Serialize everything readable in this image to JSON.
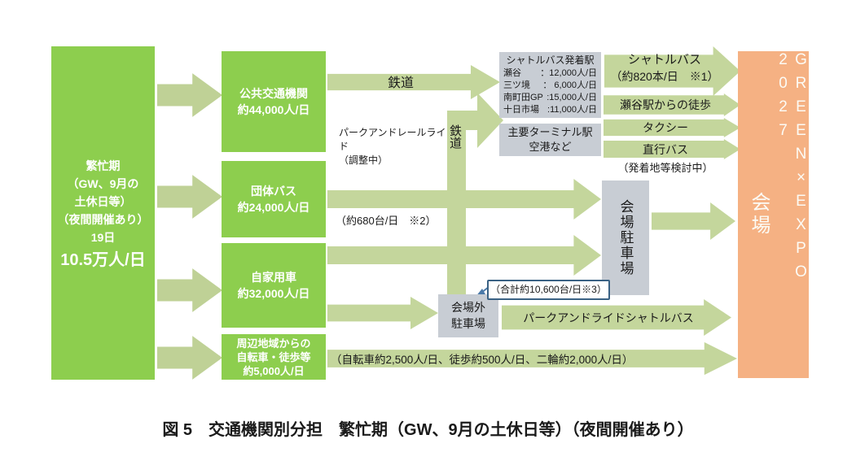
{
  "palette": {
    "box_green": "#8DCE4E",
    "arrow_green": "#C4D69C",
    "arrow_green_dark": "#BFD196",
    "gray": "#C8CDD4",
    "orange": "#F5B183",
    "blue": "#3A6284"
  },
  "demand_box": {
    "line1": "繁忙期",
    "line2": "（GW、9月の",
    "line3": "土休日等）",
    "line4": "（夜間開催あり）",
    "line5": "19日",
    "total": "10.5万人/日"
  },
  "modes": {
    "public_transit": {
      "line1": "公共交通機関",
      "line2": "約44,000人/日"
    },
    "group_bus": {
      "line1": "団体バス",
      "line2": "約24,000人/日"
    },
    "private_car": {
      "line1": "自家用車",
      "line2": "約32,000人/日"
    },
    "local_access": {
      "line1": "周辺地域からの",
      "line2": "自転車・徒歩等",
      "line3": "約5,000人/日"
    }
  },
  "rail_arrow": {
    "label": "鉄道"
  },
  "park_and_rail": {
    "line1": "パークアンドレールライド",
    "line2": "（調整中）",
    "rail_label": "鉄道"
  },
  "shuttle_stations": {
    "title": "シャトルバス発着駅",
    "rows": [
      {
        "name": "瀬谷",
        "value": "：12,000人/日"
      },
      {
        "name": "三ツ境",
        "value": "： 6,000人/日"
      },
      {
        "name": "南町田GP",
        "value": ":15,000人/日"
      },
      {
        "name": "十日市場",
        "value": ":11,000人/日"
      }
    ]
  },
  "terminal_box": {
    "line1": "主要ターミナル駅",
    "line2": "空港など"
  },
  "venue_links": {
    "shuttle_bus": {
      "line1": "シャトルバス",
      "line2": "（約820本/日　※1）"
    },
    "walk": "瀬谷駅からの徒歩",
    "taxi": "タクシー",
    "direct_bus": "直行バス",
    "direct_bus_note": "（発着地等検討中）"
  },
  "group_bus_note": "（約680台/日　※2）",
  "venue_parking": {
    "label": "会場駐車場"
  },
  "parking_total_note": "（合計約10,600台/日※3）",
  "outside_parking": {
    "line1": "会場外",
    "line2": "駐車場"
  },
  "pr_shuttle_label": "パークアンドライドシャトルバス",
  "local_access_note": "（自転車約2,500人/日、徒歩約500人/日、二輪約2,000人/日）",
  "venue": {
    "label": "会場",
    "name": "GREEN×EXPO 2027"
  },
  "caption": "図 5　交通機関別分担　繁忙期（GW、9月の土休日等）（夜間開催あり）"
}
